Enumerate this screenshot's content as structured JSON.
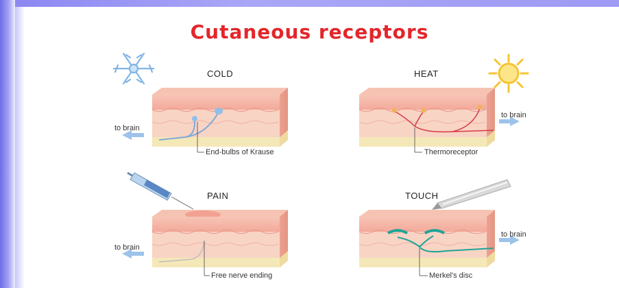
{
  "title": "Cutaneous receptors",
  "panels": [
    {
      "heading": "COLD",
      "receptor": "End-bulbs of Krause",
      "direction": "to brain"
    },
    {
      "heading": "HEAT",
      "receptor": "Thermoreceptor",
      "direction": "to brain"
    },
    {
      "heading": "PAIN",
      "receptor": "Free nerve ending",
      "direction": "to brain"
    },
    {
      "heading": "TOUCH",
      "receptor": "Merkel's disc",
      "direction": "to brain"
    }
  ],
  "colors": {
    "title": "#e3262a",
    "skin_top": "#f4b4a4",
    "dermis": "#f8d2c3",
    "fat": "#f6ecbf",
    "arrow": "#9dc3ea"
  },
  "icons": [
    "snowflake-icon",
    "sun-icon",
    "syringe-icon",
    "stylus-icon"
  ]
}
